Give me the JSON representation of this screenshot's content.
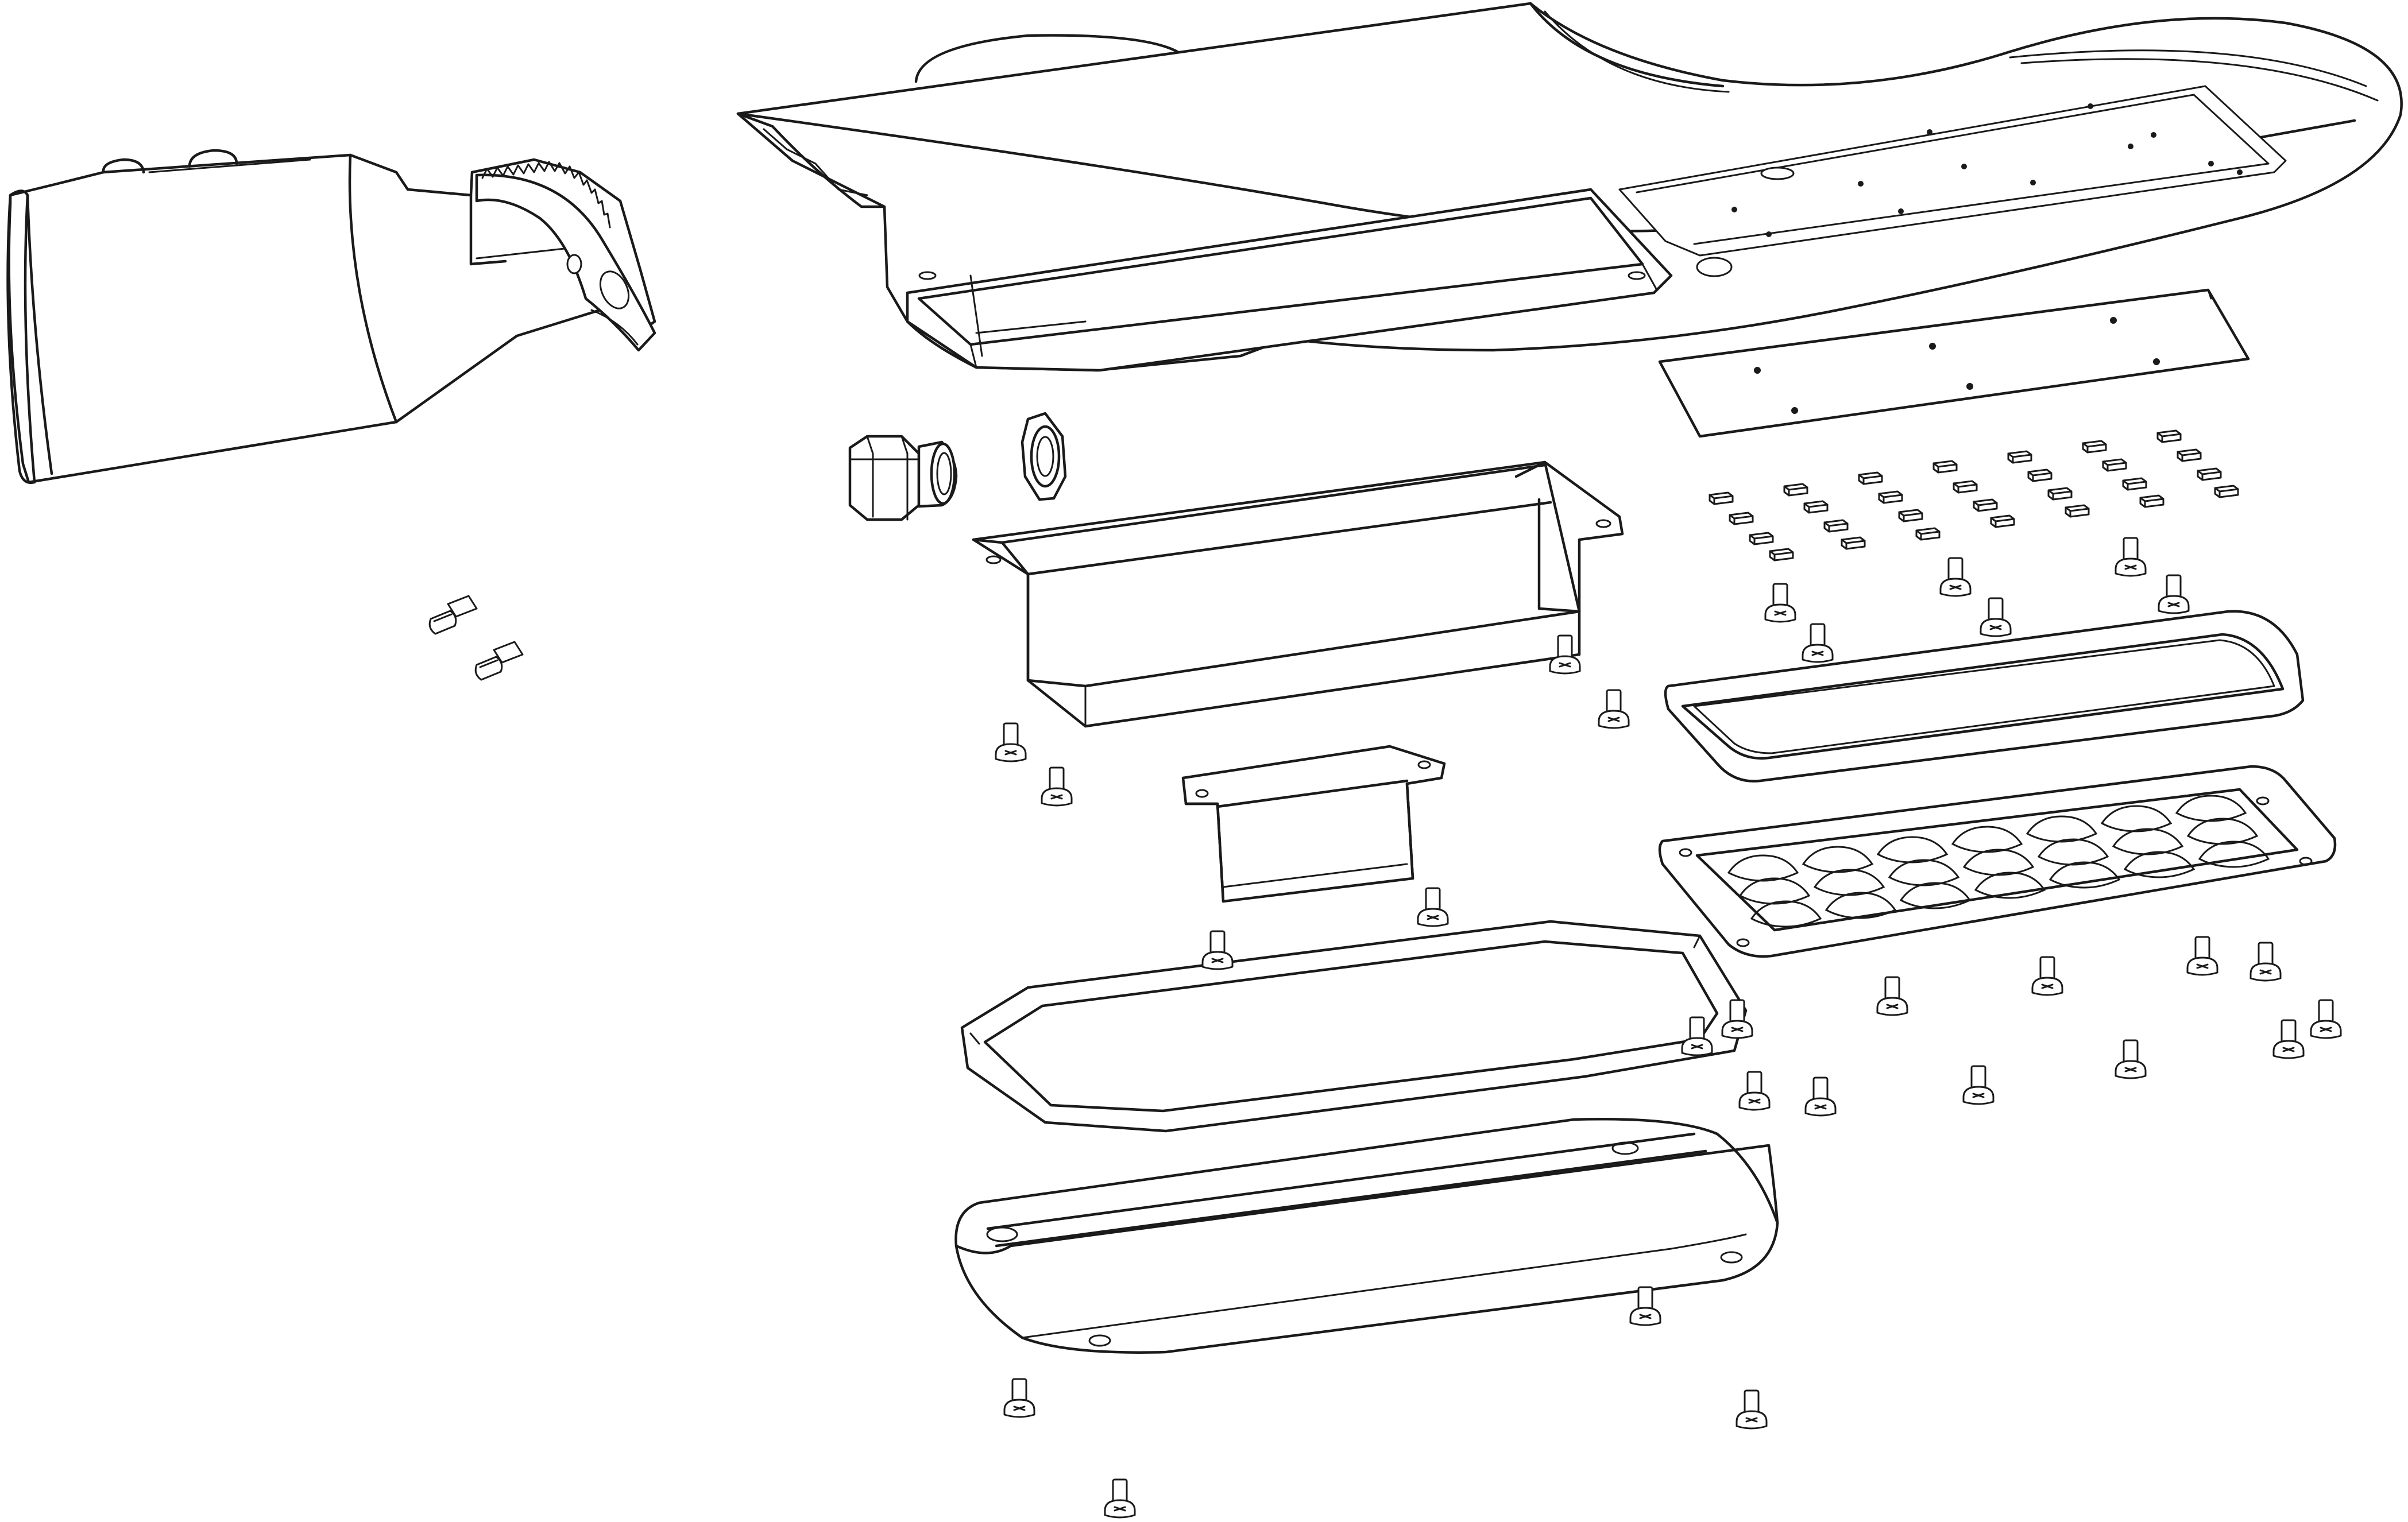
{
  "diagram": {
    "style": "monochrome line drawing",
    "line_color": "#1a1a1a",
    "background": "#ffffff",
    "parts": [
      {
        "id": "pole-mount-arm",
        "icon": "pole-adapter-with-tilt-bracket"
      },
      {
        "id": "mount-screws",
        "icon": "socket-head-screw",
        "count": 2
      },
      {
        "id": "luminaire-housing",
        "icon": "streetlight-housing"
      },
      {
        "id": "heat-spreader-plate",
        "icon": "flat-plate"
      },
      {
        "id": "led-chips",
        "icon": "led-chip",
        "count": 28
      },
      {
        "id": "cable-gland",
        "icon": "cable-gland"
      },
      {
        "id": "gland-nut",
        "icon": "hex-nut"
      },
      {
        "id": "driver-bracket",
        "icon": "sheet-metal-bracket"
      },
      {
        "id": "led-driver",
        "icon": "driver-box"
      },
      {
        "id": "reflector-gasket-frame",
        "icon": "rounded-frame"
      },
      {
        "id": "lens-array",
        "icon": "optical-lens-array"
      },
      {
        "id": "gasket-frame",
        "icon": "octagonal-gasket"
      },
      {
        "id": "bottom-cover",
        "icon": "cover-plate"
      },
      {
        "id": "pan-head-screws",
        "icon": "pan-head-screw",
        "count": 25
      }
    ]
  }
}
